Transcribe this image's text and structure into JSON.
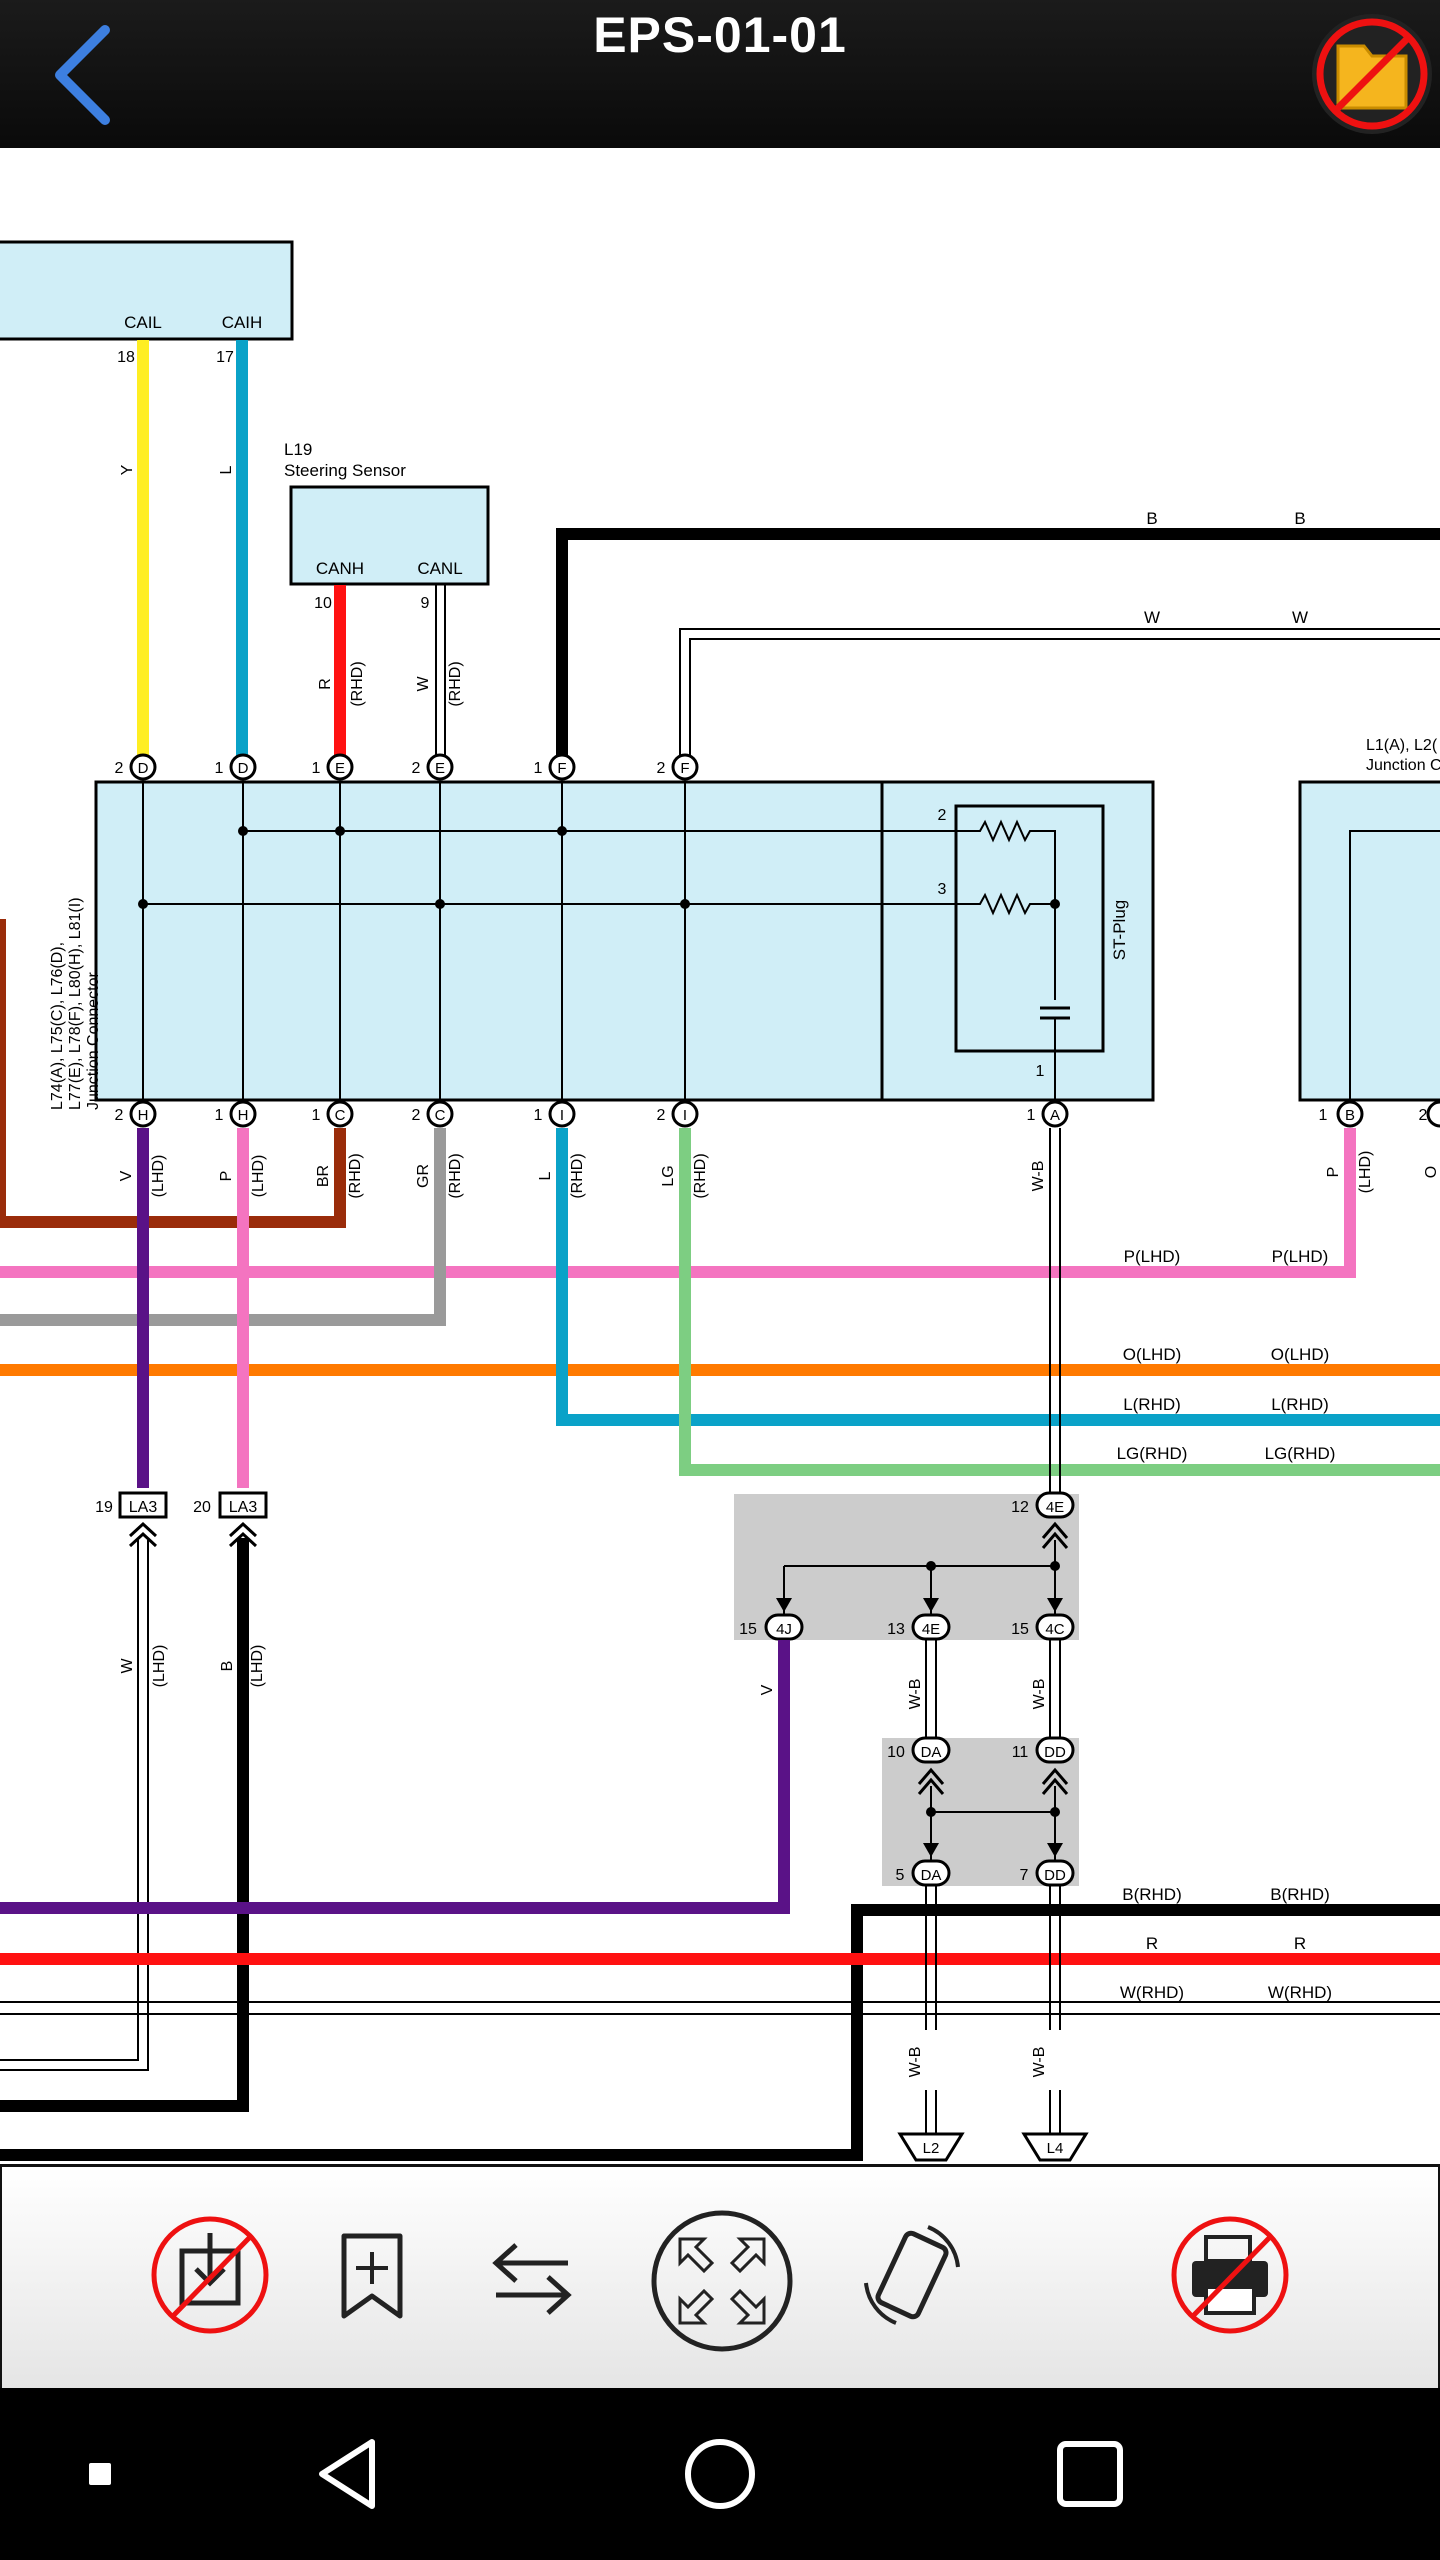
{
  "header": {
    "title": "EPS-01-01",
    "back_icon": "chevron-left-icon",
    "folder_icon": "folder-disabled-icon"
  },
  "diagram": {
    "ecu_top": {
      "pins": [
        {
          "label": "CAIL",
          "num": "18",
          "wire": "Y"
        },
        {
          "label": "CAIH",
          "num": "17",
          "wire": "L"
        }
      ]
    },
    "sensor": {
      "ref": "L19",
      "name": "Steering Sensor",
      "pins": [
        {
          "label": "CANH",
          "num": "10",
          "wire": "R",
          "variant": "(RHD)"
        },
        {
          "label": "CANL",
          "num": "9",
          "wire": "W",
          "variant": "(RHD)"
        }
      ]
    },
    "junction": {
      "label_lines": [
        "L74(A), L75(C), L76(D),",
        "L77(E), L78(F), L80(H), L81(I)",
        "Junction Connector"
      ],
      "st_plug": "ST-Plug",
      "st_pins": [
        "2",
        "3",
        "1"
      ],
      "top_pins": [
        {
          "num": "2",
          "letter": "D"
        },
        {
          "num": "1",
          "letter": "D"
        },
        {
          "num": "1",
          "letter": "E"
        },
        {
          "num": "2",
          "letter": "E"
        },
        {
          "num": "1",
          "letter": "F"
        },
        {
          "num": "2",
          "letter": "F"
        }
      ],
      "bottom_pins": [
        {
          "num": "2",
          "letter": "H",
          "wire": "V",
          "variant": "(LHD)"
        },
        {
          "num": "1",
          "letter": "H",
          "wire": "P",
          "variant": "(LHD)"
        },
        {
          "num": "1",
          "letter": "C",
          "wire": "BR",
          "variant": "(RHD)"
        },
        {
          "num": "2",
          "letter": "C",
          "wire": "GR",
          "variant": "(RHD)"
        },
        {
          "num": "1",
          "letter": "I",
          "wire": "L",
          "variant": "(RHD)"
        },
        {
          "num": "2",
          "letter": "I",
          "wire": "LG",
          "variant": "(RHD)"
        },
        {
          "num": "1",
          "letter": "A",
          "wire": "W-B",
          "variant": ""
        }
      ]
    },
    "junction_right": {
      "label_lines": [
        "L1(A), L2(",
        "Junction C"
      ],
      "pins": [
        {
          "num": "1",
          "letter": "B",
          "wire": "P",
          "variant": "(LHD)"
        },
        {
          "num": "2",
          "letter": "",
          "wire": "O",
          "variant": ""
        }
      ]
    },
    "wire_labels": {
      "b1": "B",
      "b2": "B",
      "w1": "W",
      "w2": "W",
      "p1": "P(LHD)",
      "p2": "P(LHD)",
      "o1": "O(LHD)",
      "o2": "O(LHD)",
      "l1": "L(RHD)",
      "l2": "L(RHD)",
      "lg1": "LG(RHD)",
      "lg2": "LG(RHD)",
      "brhd1": "B(RHD)",
      "brhd2": "B(RHD)",
      "r1": "R",
      "r2": "R",
      "wrhd1": "W(RHD)",
      "wrhd2": "W(RHD)"
    },
    "la3": [
      {
        "num": "19",
        "ref": "LA3",
        "wire": "W",
        "variant": "(LHD)"
      },
      {
        "num": "20",
        "ref": "LA3",
        "wire": "B",
        "variant": "(LHD)"
      }
    ],
    "splice1": {
      "top": {
        "num": "12",
        "ref": "4E"
      },
      "bottom": [
        {
          "num": "15",
          "ref": "4J",
          "wire": "V"
        },
        {
          "num": "13",
          "ref": "4E",
          "wire": "W-B"
        },
        {
          "num": "15",
          "ref": "4C",
          "wire": "W-B"
        }
      ]
    },
    "splice2": {
      "top": [
        {
          "num": "10",
          "ref": "DA"
        },
        {
          "num": "11",
          "ref": "DD"
        }
      ],
      "bottom": [
        {
          "num": "5",
          "ref": "DA",
          "wire": "W-B"
        },
        {
          "num": "7",
          "ref": "DD",
          "wire": "W-B"
        }
      ]
    },
    "grounds": [
      "L2",
      "L4"
    ],
    "colors": {
      "yellow": "#ffee22",
      "blue": "#0aa2c8",
      "red": "#ff1111",
      "black": "#000000",
      "purple": "#5a1287",
      "pink": "#f474c0",
      "brown": "#9a2c0a",
      "gray": "#9a9a9a",
      "orange": "#ff7a00",
      "green": "#7dce82",
      "box": "#d0eef7",
      "splice": "#cccccc"
    }
  },
  "toolbar": {
    "buttons": [
      {
        "name": "download-button",
        "icon": "download-disabled-icon"
      },
      {
        "name": "add-bookmark-button",
        "icon": "bookmark-plus-icon"
      },
      {
        "name": "swap-button",
        "icon": "swap-arrows-icon"
      },
      {
        "name": "fullscreen-button",
        "icon": "expand-arrows-icon"
      },
      {
        "name": "rotate-button",
        "icon": "rotate-device-icon"
      },
      {
        "name": "print-button",
        "icon": "print-disabled-icon"
      }
    ]
  },
  "navbar": {
    "buttons": [
      {
        "name": "nav-menu-button",
        "icon": "small-square-icon"
      },
      {
        "name": "nav-back-button",
        "icon": "triangle-back-icon"
      },
      {
        "name": "nav-home-button",
        "icon": "circle-home-icon"
      },
      {
        "name": "nav-recents-button",
        "icon": "square-recents-icon"
      }
    ]
  }
}
